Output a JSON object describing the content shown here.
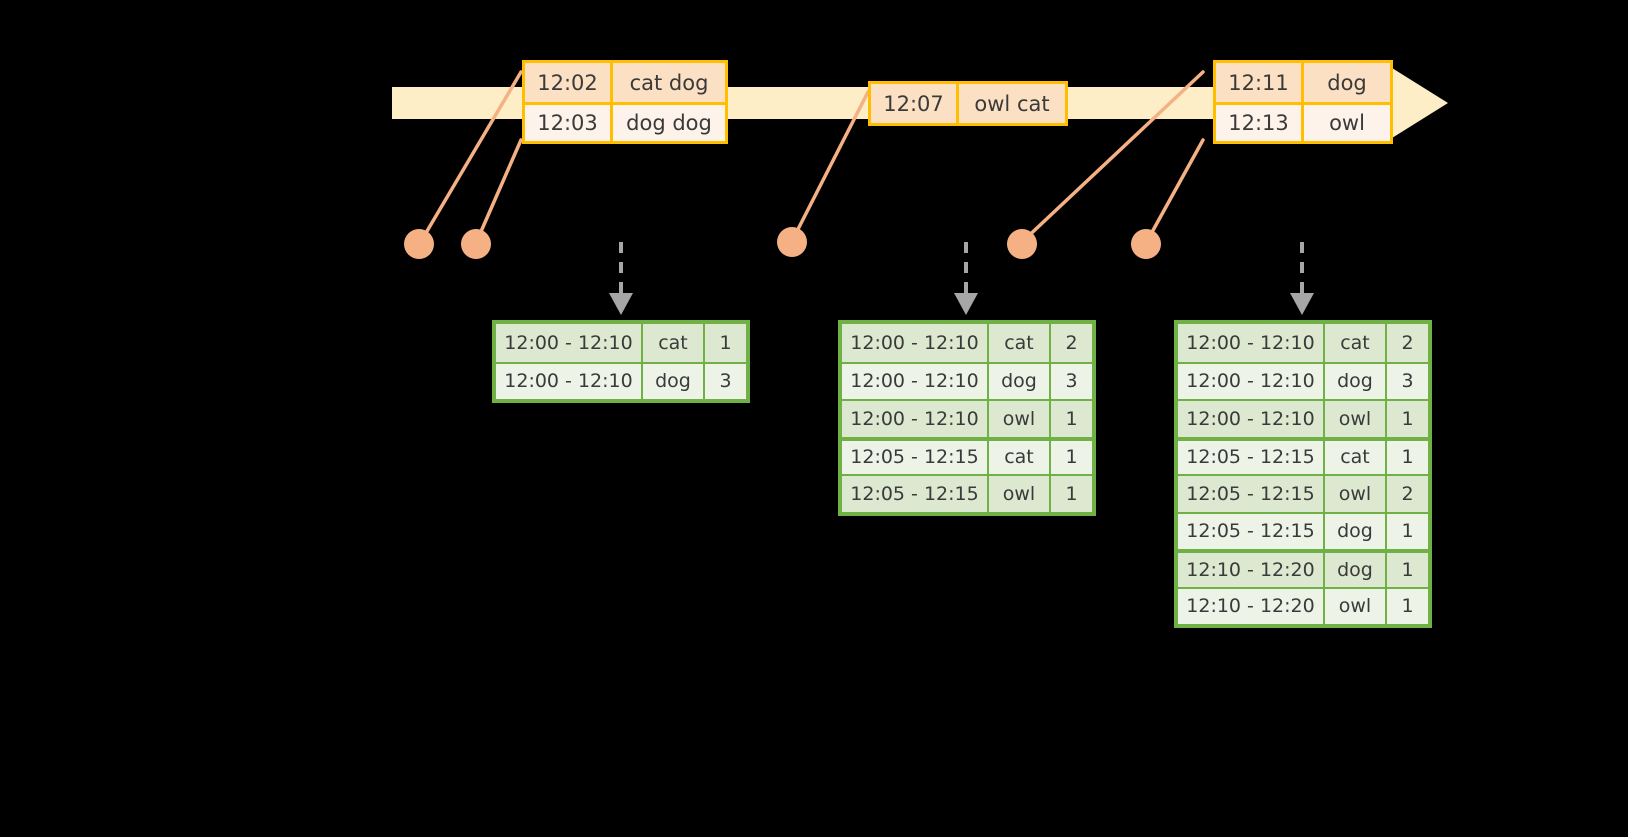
{
  "diagram": {
    "title": "streaming-windowed-aggregation",
    "colors": {
      "background": "#000000",
      "timeline_fill": "#fdeec8",
      "event_border": "#ffbf00",
      "event_fill_shade": "#fce0c4",
      "event_fill_light": "#fdf3ea",
      "table_border": "#6fb144",
      "table_fill_even": "#dde8d0",
      "table_fill_odd": "#eef3e8",
      "dot_fill": "#f5b183",
      "connector_line": "#f5b183",
      "arrow_gray": "#a6a6a6"
    }
  },
  "timeline": {
    "name": "time-axis-arrow",
    "direction": "right"
  },
  "events": [
    {
      "id": "event-group-1",
      "rows": [
        {
          "time": "12:02",
          "payload": "cat dog"
        },
        {
          "time": "12:03",
          "payload": "dog dog"
        }
      ]
    },
    {
      "id": "event-group-2",
      "rows": [
        {
          "time": "12:07",
          "payload": "owl cat"
        }
      ]
    },
    {
      "id": "event-group-3",
      "rows": [
        {
          "time": "12:11",
          "payload": "dog"
        },
        {
          "time": "12:13",
          "payload": "owl"
        }
      ]
    }
  ],
  "dots": [
    {
      "name": "event-dot-1"
    },
    {
      "name": "event-dot-2"
    },
    {
      "name": "event-dot-3"
    },
    {
      "name": "event-dot-4"
    },
    {
      "name": "event-dot-5"
    }
  ],
  "results": [
    {
      "id": "result-table-1",
      "rows": [
        {
          "window": "12:00 - 12:10",
          "key": "cat",
          "count": "1",
          "group": 0
        },
        {
          "window": "12:00 - 12:10",
          "key": "dog",
          "count": "3",
          "group": 0
        }
      ]
    },
    {
      "id": "result-table-2",
      "rows": [
        {
          "window": "12:00 - 12:10",
          "key": "cat",
          "count": "2",
          "group": 0
        },
        {
          "window": "12:00 - 12:10",
          "key": "dog",
          "count": "3",
          "group": 0
        },
        {
          "window": "12:00 - 12:10",
          "key": "owl",
          "count": "1",
          "group": 0
        },
        {
          "window": "12:05 - 12:15",
          "key": "cat",
          "count": "1",
          "group": 1
        },
        {
          "window": "12:05 - 12:15",
          "key": "owl",
          "count": "1",
          "group": 1
        }
      ]
    },
    {
      "id": "result-table-3",
      "rows": [
        {
          "window": "12:00 - 12:10",
          "key": "cat",
          "count": "2",
          "group": 0
        },
        {
          "window": "12:00 - 12:10",
          "key": "dog",
          "count": "3",
          "group": 0
        },
        {
          "window": "12:00 - 12:10",
          "key": "owl",
          "count": "1",
          "group": 0
        },
        {
          "window": "12:05 - 12:15",
          "key": "cat",
          "count": "1",
          "group": 1
        },
        {
          "window": "12:05 - 12:15",
          "key": "owl",
          "count": "2",
          "group": 1
        },
        {
          "window": "12:05 - 12:15",
          "key": "dog",
          "count": "1",
          "group": 1
        },
        {
          "window": "12:10 - 12:20",
          "key": "dog",
          "count": "1",
          "group": 2
        },
        {
          "window": "12:10 - 12:20",
          "key": "owl",
          "count": "1",
          "group": 2
        }
      ]
    }
  ]
}
